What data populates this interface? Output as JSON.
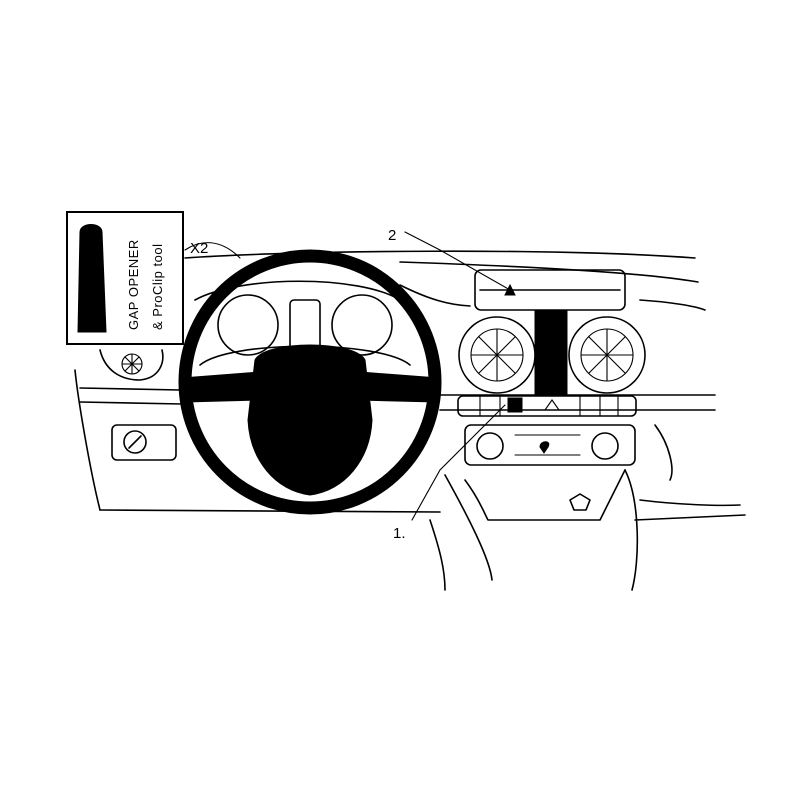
{
  "labels": {
    "callout_1": "1.",
    "callout_2": "2",
    "callout_x2": "X2"
  },
  "tool_box": {
    "line1": "GAP OPENER",
    "line2": "& ProClip tool"
  },
  "colors": {
    "ink": "#000000",
    "paper": "#ffffff"
  }
}
